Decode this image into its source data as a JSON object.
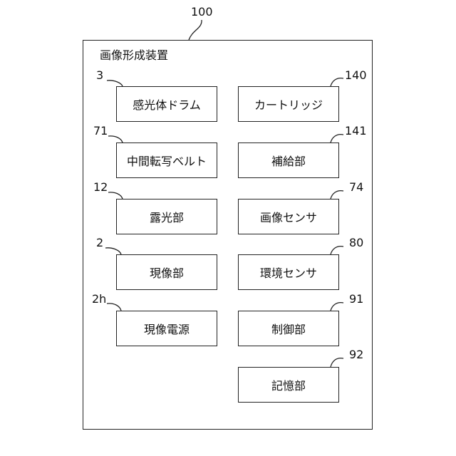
{
  "device": {
    "ref": "100",
    "label": "画像形成装置"
  },
  "components": [
    {
      "ref": "3",
      "label": "感光体ドラム"
    },
    {
      "ref": "71",
      "label": "中間転写ベルト"
    },
    {
      "ref": "12",
      "label": "露光部"
    },
    {
      "ref": "2",
      "label": "現像部"
    },
    {
      "ref": "2h",
      "label": "現像電源"
    },
    {
      "ref": "140",
      "label": "カートリッジ"
    },
    {
      "ref": "141",
      "label": "補給部"
    },
    {
      "ref": "74",
      "label": "画像センサ"
    },
    {
      "ref": "80",
      "label": "環境センサ"
    },
    {
      "ref": "91",
      "label": "制御部"
    },
    {
      "ref": "92",
      "label": "記憶部"
    }
  ]
}
